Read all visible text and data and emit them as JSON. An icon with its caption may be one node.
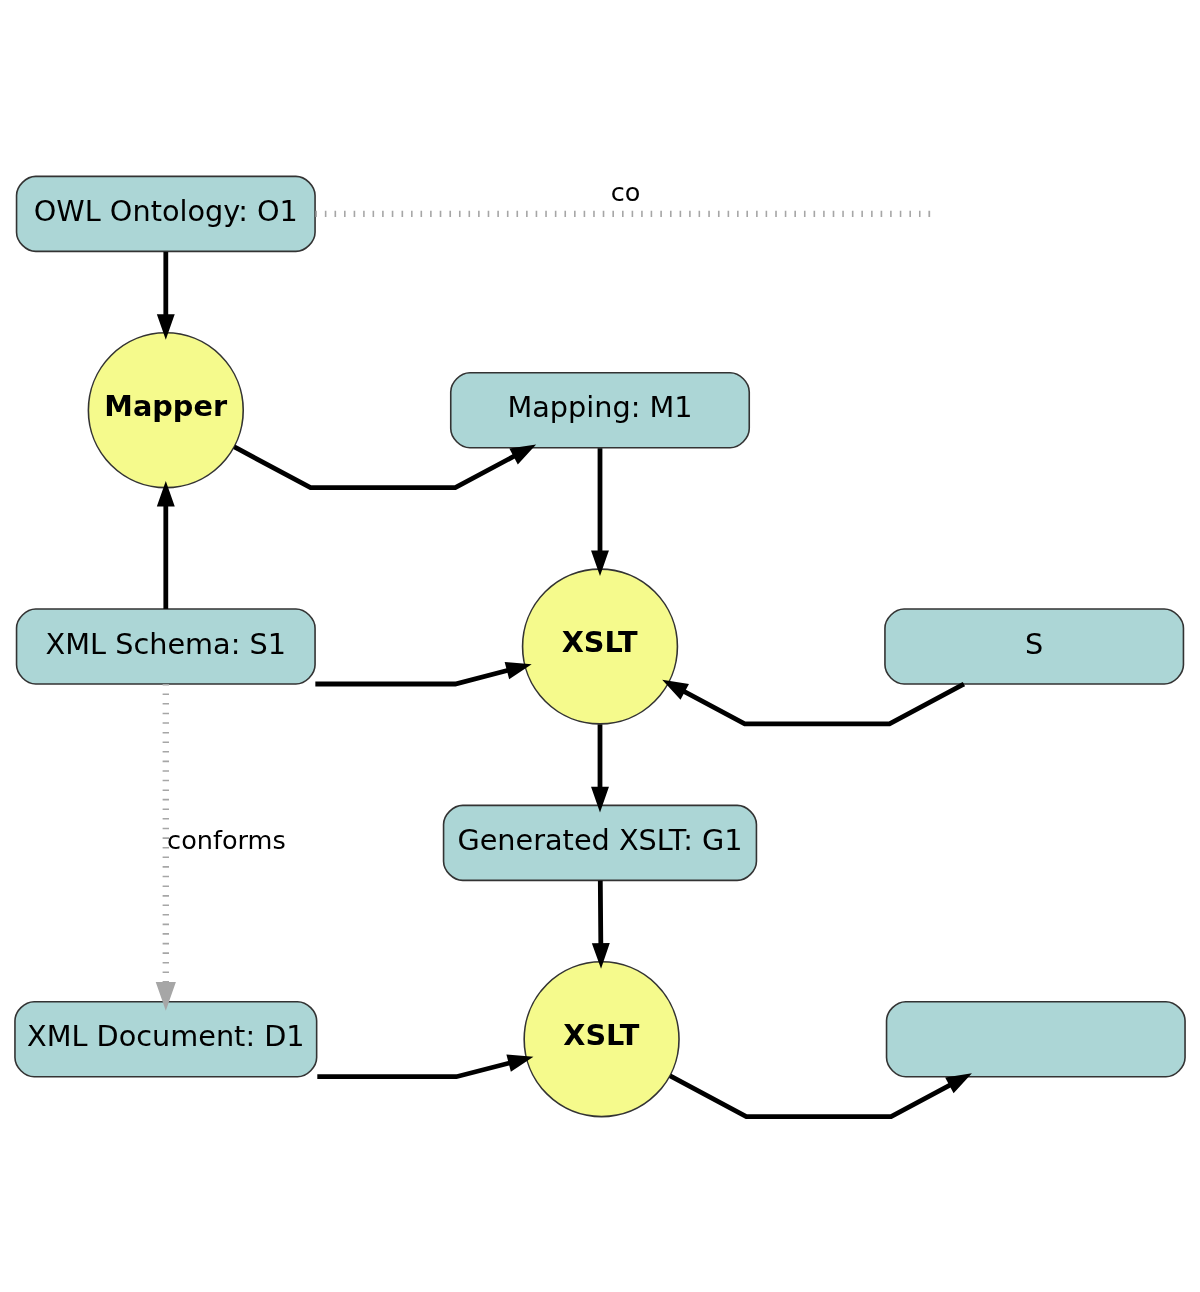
{
  "diagram": {
    "nodes": [
      {
        "text": [
          "OWL Ontology: O1"
        ]
      },
      {
        "text": [
          "Mapper"
        ]
      },
      {
        "text": [
          "Mapping: M1"
        ]
      },
      {
        "text": [
          "XML Schema: S1"
        ]
      },
      {
        "text": [
          "XSLT"
        ]
      },
      {
        "text": [
          "S"
        ]
      },
      {
        "text": [
          "Generated XSLT: G1"
        ]
      },
      {
        "text": [
          "XML Document: D1"
        ]
      },
      {
        "text": [
          "XSLT"
        ]
      },
      {
        "text": [],
        "shape": "box"
      }
    ],
    "edges": [
      {
        "from": 0,
        "to": null,
        "arrow": "none",
        "label": "co",
        "style": "dashed",
        "color": "#a6a6a6"
      },
      {
        "from": 0,
        "to": 1,
        "arrow": "to"
      },
      {
        "from": 1,
        "to": 2,
        "arrow": "to"
      },
      {
        "from": 3,
        "to": 1,
        "arrow": "to"
      },
      {
        "from": 2,
        "to": 4,
        "arrow": "to"
      },
      {
        "from": 3,
        "to": 4,
        "arrow": "to"
      },
      {
        "from": 5,
        "to": 4,
        "arrow": "to"
      },
      {
        "from": 4,
        "to": 6,
        "arrow": "to"
      },
      {
        "from": 3,
        "to": 7,
        "arrow": "to",
        "label": "conforms",
        "style": "dashed",
        "color": "#a6a6a6"
      },
      {
        "from": 6,
        "to": 8,
        "arrow": "to"
      },
      {
        "from": 7,
        "to": 8,
        "arrow": "to"
      },
      {
        "from": 8,
        "to": 9,
        "arrow": "to"
      }
    ]
  }
}
